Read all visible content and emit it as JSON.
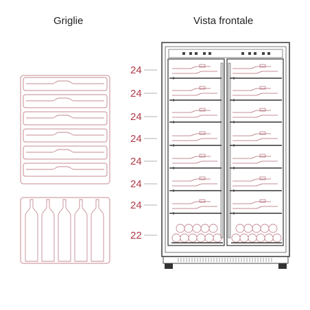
{
  "titles": {
    "left": "Griglie",
    "right": "Vista frontale"
  },
  "capacities": [
    "24",
    "24",
    "24",
    "24",
    "24",
    "24",
    "24",
    "22"
  ],
  "colors": {
    "label": "#b03a48",
    "outline": "#c58a92",
    "cabinet": "#444444"
  }
}
